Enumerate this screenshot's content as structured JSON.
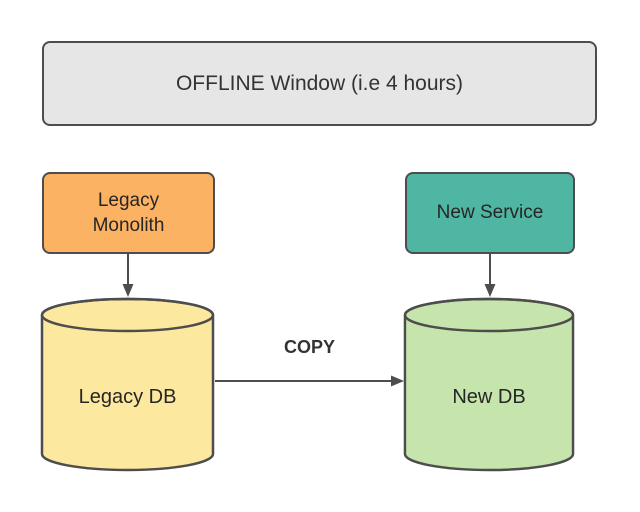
{
  "diagram": {
    "banner": {
      "label": "OFFLINE Window (i.e 4 hours)"
    },
    "nodes": {
      "legacy_monolith": {
        "label": "Legacy\nMonolith"
      },
      "new_service": {
        "label": "New Service"
      },
      "legacy_db": {
        "label": "Legacy DB"
      },
      "new_db": {
        "label": "New DB"
      }
    },
    "edges": {
      "copy": {
        "label": "COPY"
      }
    },
    "colors": {
      "canvas_bg": "#ffffff",
      "banner_fill": "#e6e6e6",
      "legacy_monolith_fill": "#fbb263",
      "new_service_fill": "#4eb6a2",
      "legacy_db_fill": "#fce89e",
      "new_db_fill": "#c5e5ac",
      "stroke": "#4d4d4d",
      "text": "#262626"
    }
  }
}
